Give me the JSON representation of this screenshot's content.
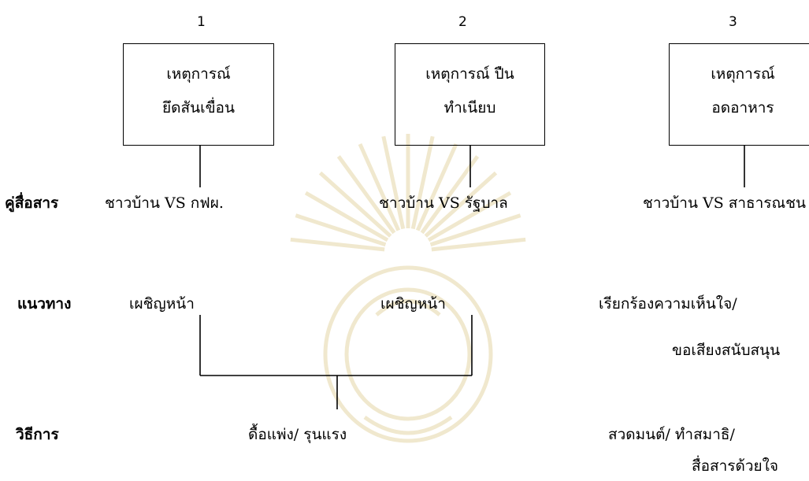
{
  "events": [
    {
      "number": "1",
      "line1": "เหตุการณ์",
      "line2": "ยึดสันเขื่อน"
    },
    {
      "number": "2",
      "line1": "เหตุการณ์  ปืน",
      "line2": "ทำเนียบ"
    },
    {
      "number": "3",
      "line1": "เหตุการณ์",
      "line2": "อดอาหาร"
    }
  ],
  "rows": {
    "communicators": {
      "label": "คู่สื่อสาร",
      "values": [
        "ชาวบ้าน VS กฟผ.",
        "ชาวบ้าน VS รัฐบาล",
        "ชาวบ้าน VS สาธารณชน"
      ]
    },
    "approach": {
      "label": "แนวทาง",
      "values": [
        "เผชิญหน้า",
        "เผชิญหน้า",
        "เรียกร้องความเห็นใจ/",
        "ขอเสียงสนับสนุน"
      ]
    },
    "method": {
      "label": "วิธีการ",
      "values": [
        "ดื้อแพ่ง/ รุนแรง",
        "สวดมนต์/ ทำสมาธิ/",
        "สื่อสารด้วยใจ"
      ]
    }
  },
  "colors": {
    "line": "#000000",
    "watermark": "#efe6c9"
  }
}
